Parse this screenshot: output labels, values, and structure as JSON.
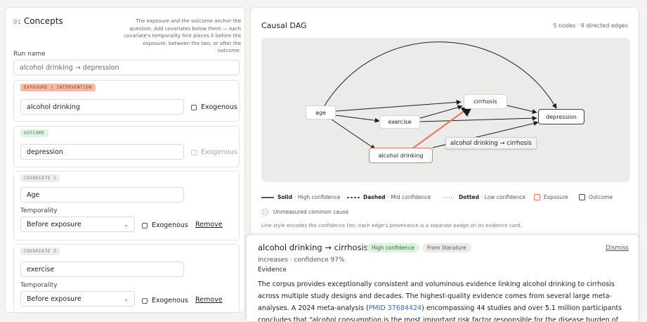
{
  "concepts": {
    "number": "01",
    "title": "Concepts",
    "description": "The exposure and the outcome anchor the question. Add covariates below them — each covariate's temporality hint places it before the exposure, between the two, or after the outcome.",
    "run_name_label": "Run name",
    "run_name_placeholder": "alcohol drinking → depression",
    "exposure": {
      "badge": "EXPOSURE / INTERVENTION",
      "value": "alcohol drinking",
      "exogenous_label": "Exogenous",
      "exogenous_checked": false
    },
    "outcome": {
      "badge": "OUTCOME",
      "value": "depression",
      "exogenous_label": "Exogenous",
      "exogenous_disabled": true
    },
    "covariates": [
      {
        "badge": "COVARIATE 1",
        "value": "Age",
        "temporality_label": "Temporality",
        "temporality_value": "Before exposure",
        "exogenous_label": "Exogenous",
        "remove_label": "Remove"
      },
      {
        "badge": "COVARIATE 2",
        "value": "exercise",
        "temporality_label": "Temporality",
        "temporality_value": "Before exposure",
        "exogenous_label": "Exogenous",
        "remove_label": "Remove"
      }
    ]
  },
  "dag": {
    "title": "Causal DAG",
    "meta": "5 nodes · 9 directed edges",
    "nodes": {
      "age": "age",
      "exercise": "exercise",
      "cirrhosis": "cirrhosis",
      "depression": "depression",
      "alcohol": "alcohol drinking"
    },
    "tooltip": "alcohol drinking → cirrhosis",
    "legend": {
      "solid": "Solid",
      "solid_desc": "· High confidence",
      "dashed": "Dashed",
      "dashed_desc": "· Mid confidence",
      "dotted": "Dotted",
      "dotted_desc": "· Low confidence",
      "exposure": "Exposure",
      "outcome": "Outcome",
      "unmeasured": "Unmeasured common cause"
    },
    "caption": "Line style encodes the confidence tier; each edge's provenance is a separate badge on its evidence card.",
    "colors": {
      "exposure": "#e8795a",
      "outcome": "#2f4a3c",
      "edge": "#1d1d1d"
    }
  },
  "evidence": {
    "title": "alcohol drinking → cirrhosis",
    "confidence_badge": "High confidence",
    "source_badge": "From literature",
    "dismiss_label": "Dismiss",
    "subtitle": "Increases · confidence 97%",
    "section_label": "Evidence",
    "body_before": "The corpus provides exceptionally consistent and voluminous evidence linking alcohol drinking to cirrhosis across multiple study designs and decades. The highest-quality evidence comes from several large meta-analyses. A 2024 meta-analysis (",
    "pmid": "PMID 37684424",
    "body_after": ") encompassing 44 studies and over 5.1 million participants concludes that \"alcohol consumption is the most important risk factor responsible for the disease burden of"
  }
}
